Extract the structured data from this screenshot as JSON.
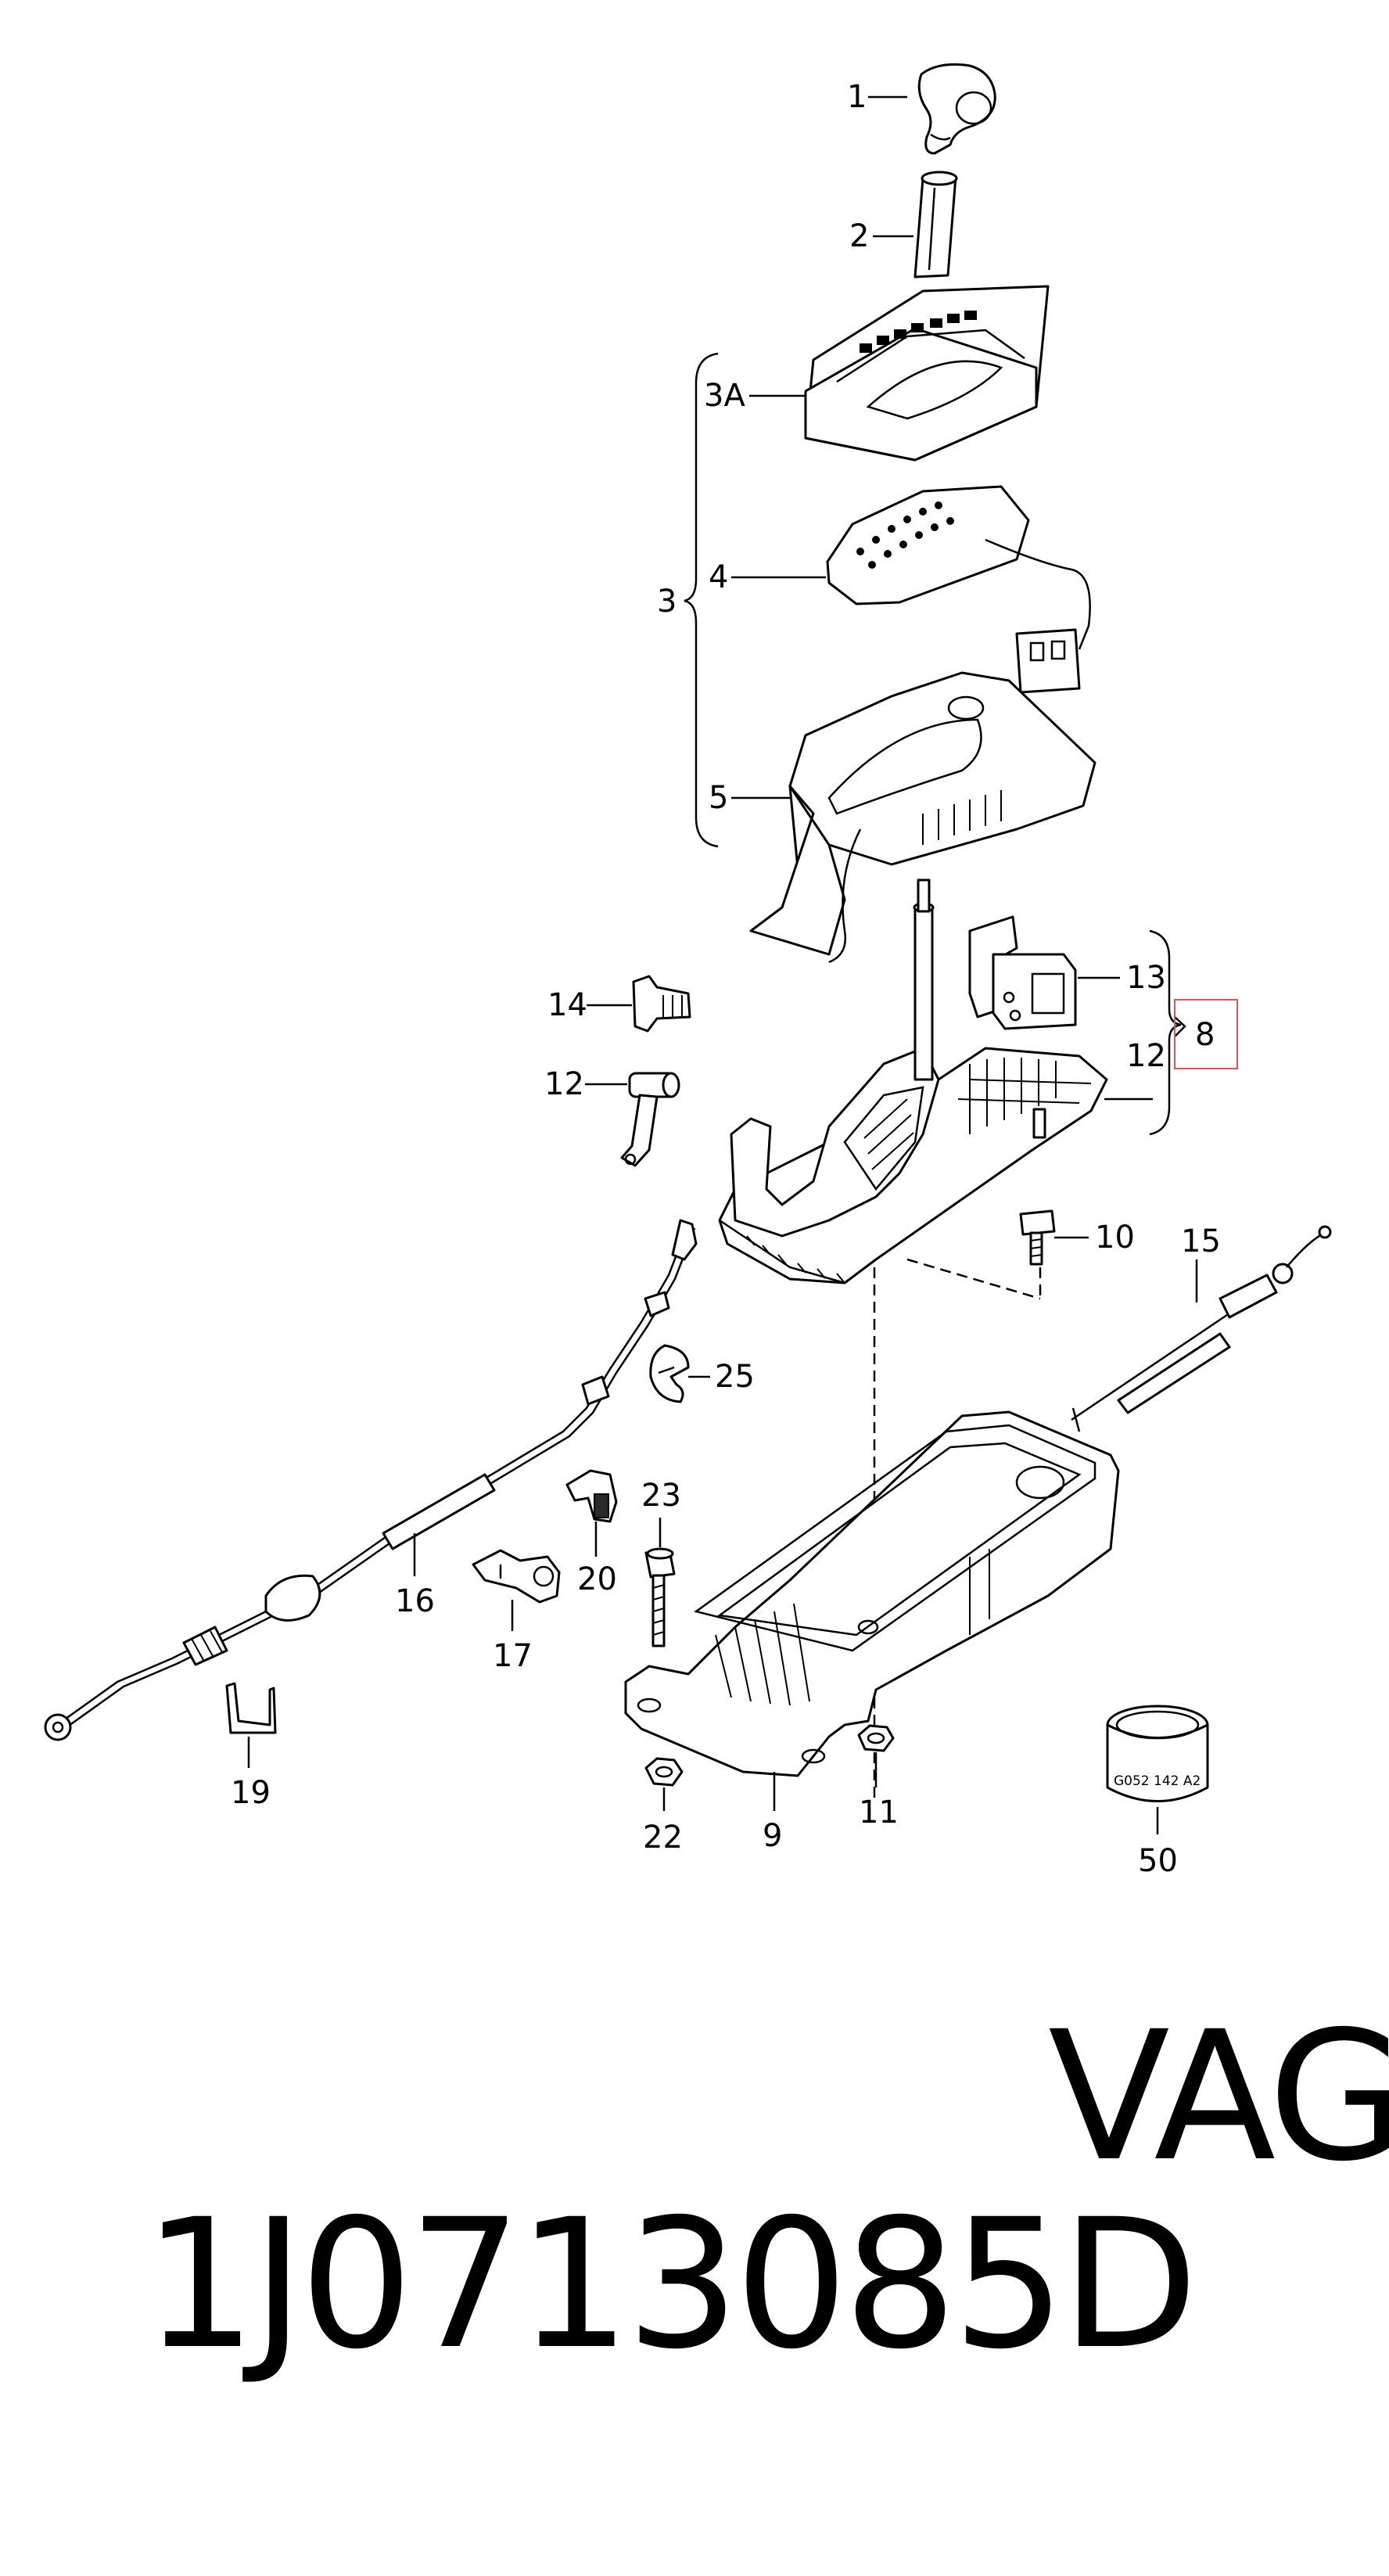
{
  "callouts": {
    "c1": "1",
    "c2": "2",
    "c3A": "3A",
    "c3": "3",
    "c4": "4",
    "c5": "5",
    "c13": "13",
    "c12a": "12",
    "c8": "8",
    "c14": "14",
    "c12b": "12",
    "c10": "10",
    "c15": "15",
    "c25": "25",
    "c23": "23",
    "c20": "20",
    "c16": "16",
    "c17": "17",
    "c19": "19",
    "c22": "22",
    "c9": "9",
    "c11": "11",
    "c50": "50"
  },
  "ring_marking": "G052 142 A2",
  "highlight_color": "#e0525a",
  "footer": {
    "part_number": "1J0713085D",
    "brand": "VAG"
  }
}
